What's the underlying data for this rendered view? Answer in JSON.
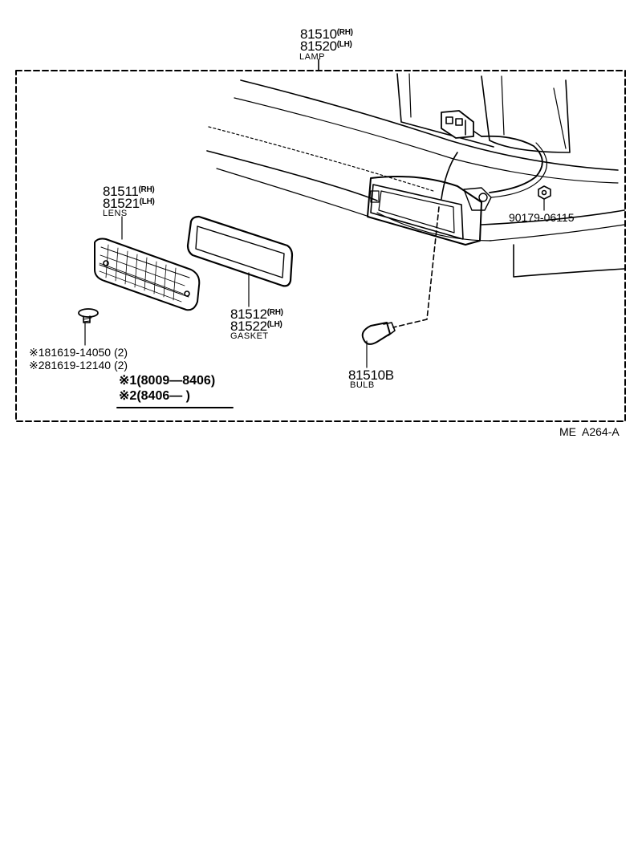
{
  "lamp": {
    "pn_rh": "81510",
    "rh": "(RH)",
    "pn_lh": "81520",
    "lh": "(LH)",
    "name": "LAMP"
  },
  "lens": {
    "pn_rh": "81511",
    "rh": "(RH)",
    "pn_lh": "81521",
    "lh": "(LH)",
    "name": "LENS"
  },
  "gasket": {
    "pn_rh": "81512",
    "rh": "(RH)",
    "pn_lh": "81522",
    "lh": "(LH)",
    "name": "GASKET"
  },
  "bulb": {
    "pn": "81510B",
    "name": "BULB"
  },
  "nut": {
    "pn": "90179-06115"
  },
  "screws": [
    {
      "mark": "※1",
      "pn": "81619-14050",
      "qty": "(2)"
    },
    {
      "mark": "※2",
      "pn": "81619-12140",
      "qty": "(2)"
    }
  ],
  "legend": [
    {
      "mark": "※1",
      "range": "(8009—8406)"
    },
    {
      "mark": "※2",
      "range": "(8406—        )"
    }
  ],
  "ref": "ME  A264-A"
}
